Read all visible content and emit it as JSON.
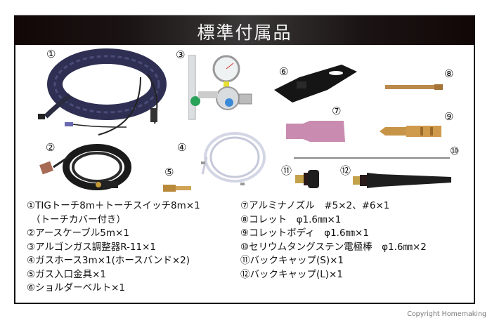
{
  "header": {
    "title": "標準付属品"
  },
  "items": [
    {
      "num": "①",
      "name": "TIG torch with cable",
      "color": "#2e2f52"
    },
    {
      "num": "②",
      "name": "earth cable",
      "color": "#1a1a1a"
    },
    {
      "num": "③",
      "name": "argon gas regulator",
      "color": "#bfc4c8"
    },
    {
      "num": "④",
      "name": "gas hose",
      "color": "#d8dce6"
    },
    {
      "num": "⑤",
      "name": "gas inlet fitting",
      "color": "#b8893a"
    },
    {
      "num": "⑥",
      "name": "shoulder belt",
      "color": "#151515"
    },
    {
      "num": "⑦",
      "name": "alumina nozzle",
      "color": "#c98bb0"
    },
    {
      "num": "⑧",
      "name": "collet",
      "color": "#b98a4a"
    },
    {
      "num": "⑨",
      "name": "collet body",
      "color": "#c79346"
    },
    {
      "num": "⑩",
      "name": "electrode",
      "color": "#888888"
    },
    {
      "num": "⑪",
      "name": "back cap S",
      "color": "#1e1e1e"
    },
    {
      "num": "⑫",
      "name": "back cap L",
      "color": "#1e1e1e"
    }
  ],
  "list_left": [
    "①TIGトーチ8m＋トーチスイッチ8m×1",
    "（トーチカバー付き）",
    "②アースケーブル5m×1",
    "③アルゴンガス調整器R-11×1",
    "④ガスホース3m×1(ホースバンド×2)",
    "⑤ガス入口金具×1",
    "⑥ショルダーベルト×1"
  ],
  "list_right": [
    "⑦アルミナノズル　#5×2、#6×1",
    "⑧コレット　φ1.6㎜×1",
    "⑨コレットボディ　φ1.6㎜×1",
    "⑩セリウムタングステン電極棒　φ1.6㎜×2",
    "⑪バックキャップ(S)×1",
    "⑫バックキャップ(L)×1"
  ],
  "copyright": "Copyright Homemaking"
}
